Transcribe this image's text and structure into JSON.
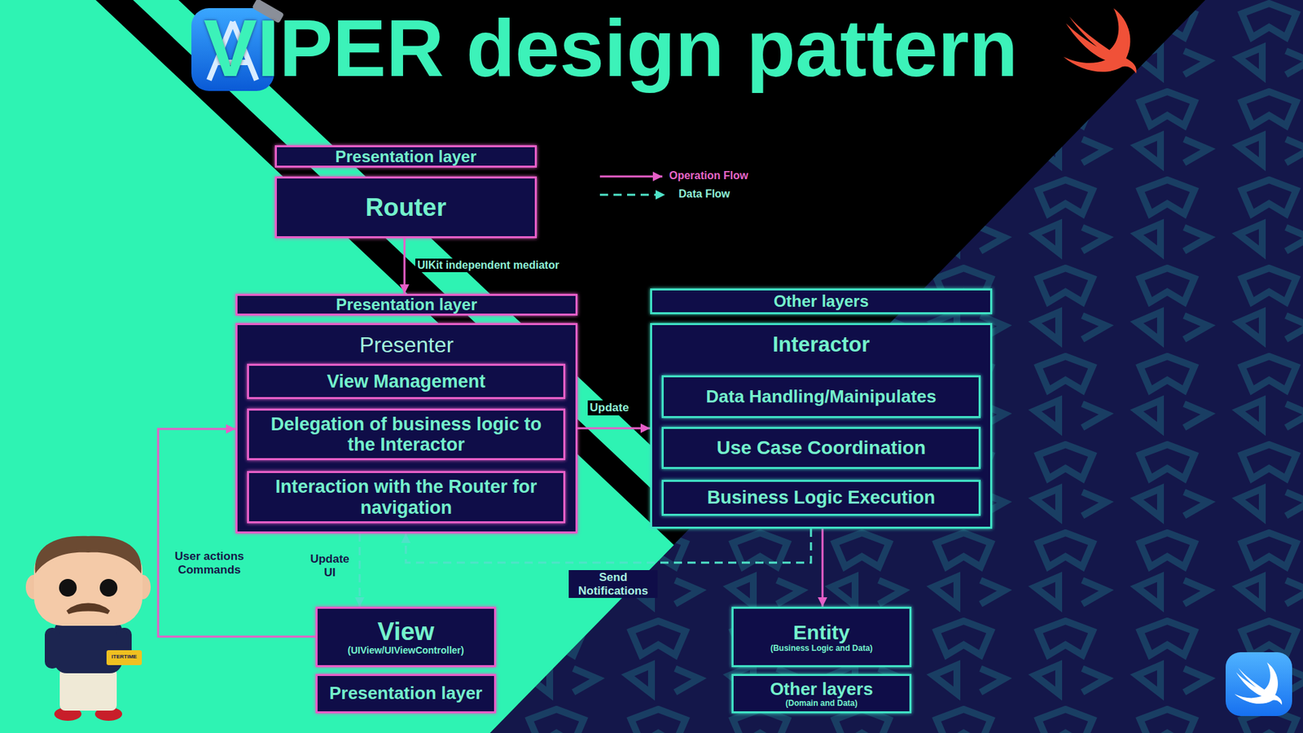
{
  "diagram": {
    "title": "VIPER design pattern",
    "nodes": [
      {
        "text": [
          "Presentation layer"
        ]
      },
      {
        "text": [
          "Router"
        ]
      },
      {
        "text": [
          "Presentation layer"
        ]
      },
      {
        "text": [
          "Other layers"
        ]
      },
      {
        "text": [
          "Presenter"
        ]
      },
      {
        "text": [
          "View Management"
        ],
        "in": 4
      },
      {
        "text": [
          "Delegation of business logic to the Interactor"
        ],
        "in": 4
      },
      {
        "text": [
          "Interaction with the Router for navigation"
        ],
        "in": 4
      },
      {
        "text": [
          "Interactor"
        ]
      },
      {
        "text": [
          "Data Handling/Mainipulates"
        ],
        "in": 8
      },
      {
        "text": [
          "Use Case Coordination"
        ],
        "in": 8
      },
      {
        "text": [
          "Business Logic Execution"
        ],
        "in": 8
      },
      {
        "text": [
          "View",
          "(UIView/UIViewController)"
        ]
      },
      {
        "text": [
          "Presentation layer"
        ]
      },
      {
        "text": [
          "Entity",
          "(Business Logic and Data)"
        ]
      },
      {
        "text": [
          "Other layers",
          "(Domain and Data)"
        ]
      }
    ],
    "edges": [
      {
        "from": 1,
        "to": 2,
        "arrow": "to",
        "label": "UIKit independent mediator"
      },
      {
        "from": 4,
        "to": 8,
        "arrow": "to",
        "label": "Update"
      },
      {
        "from": 12,
        "to": 4,
        "arrow": "to",
        "label": "User actions Commands"
      },
      {
        "from": 4,
        "to": 12,
        "arrow": "to",
        "label": "Update UI"
      },
      {
        "from": 8,
        "to": 4,
        "arrow": "to",
        "label": "Send Notifications"
      },
      {
        "from": 8,
        "to": 14,
        "arrow": "to"
      }
    ],
    "labels": [
      "ITERTIME"
    ],
    "legend": [
      {
        "text": "Operation Flow"
      },
      {
        "text": "Data Flow"
      }
    ]
  }
}
